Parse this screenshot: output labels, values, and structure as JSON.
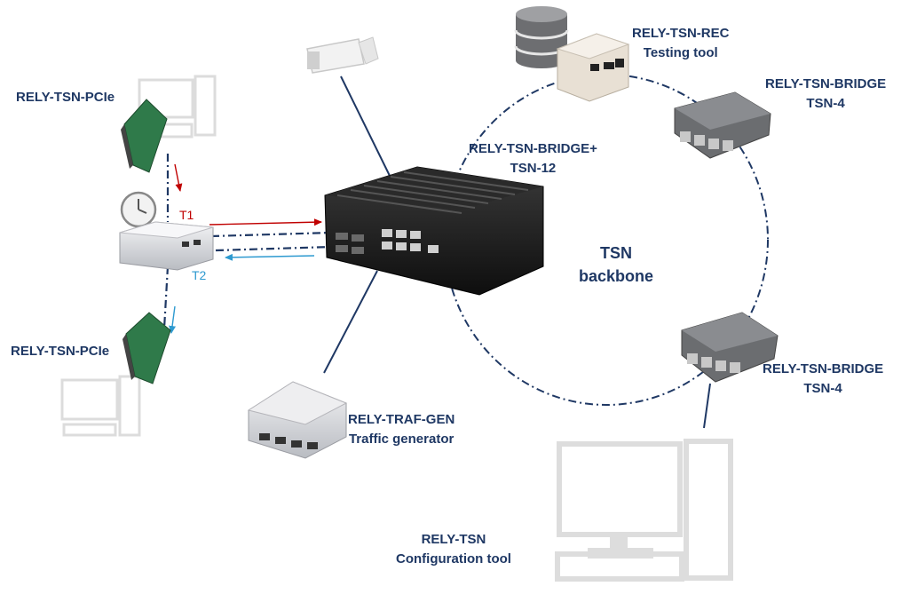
{
  "labels": {
    "pcie_top": "RELY-TSN-PCIe",
    "pcie_bottom": "RELY-TSN-PCIe",
    "rec_name": "RELY-TSN-REC",
    "rec_desc": "Testing tool",
    "bridge_top_name": "RELY-TSN-BRIDGE",
    "bridge_top_desc": "TSN-4",
    "bridge_plus_name": "RELY-TSN-BRIDGE+",
    "bridge_plus_desc": "TSN-12",
    "backbone_l1": "TSN",
    "backbone_l2": "backbone",
    "bridge_bottom_name": "RELY-TSN-BRIDGE",
    "bridge_bottom_desc": "TSN-4",
    "trafgen_name": "RELY-TRAF-GEN",
    "trafgen_desc": "Traffic generator",
    "config_name": "RELY-TSN",
    "config_desc": "Configuration tool",
    "t1": "T1",
    "t2": "T2"
  },
  "colors": {
    "label_text": "#1f3864",
    "link_line": "#1f3864",
    "t1_arrow": "#c00000",
    "t2_arrow": "#2e9ad0",
    "faded_device": "#e3e3e3"
  },
  "icons": [
    "desktop-computer-icon",
    "pcie-card-icon",
    "clock-icon",
    "ip-camera-icon",
    "database-icon",
    "tsn-switch-icon"
  ]
}
